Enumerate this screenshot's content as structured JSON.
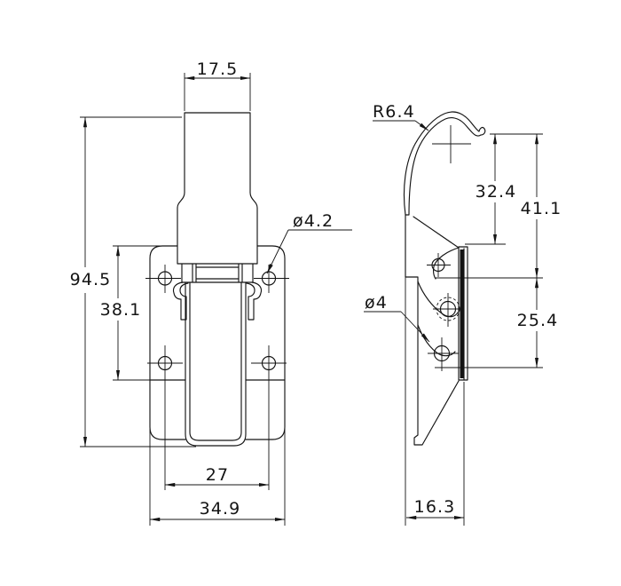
{
  "drawing": {
    "background": "#ffffff",
    "ink": "#141414",
    "front_view": {
      "top_width": "17.5",
      "overall_height": "94.5",
      "hole_row_spacing": "38.1",
      "hole_diameter": "ø4.2",
      "hole_column_spacing": "27",
      "base_width": "34.9"
    },
    "side_view": {
      "curl_radius": "R6.4",
      "upper_height": "32.4",
      "total_height": "41.1",
      "hole_spacing": "25.4",
      "hole_diameter": "ø4",
      "depth": "16.3"
    }
  }
}
